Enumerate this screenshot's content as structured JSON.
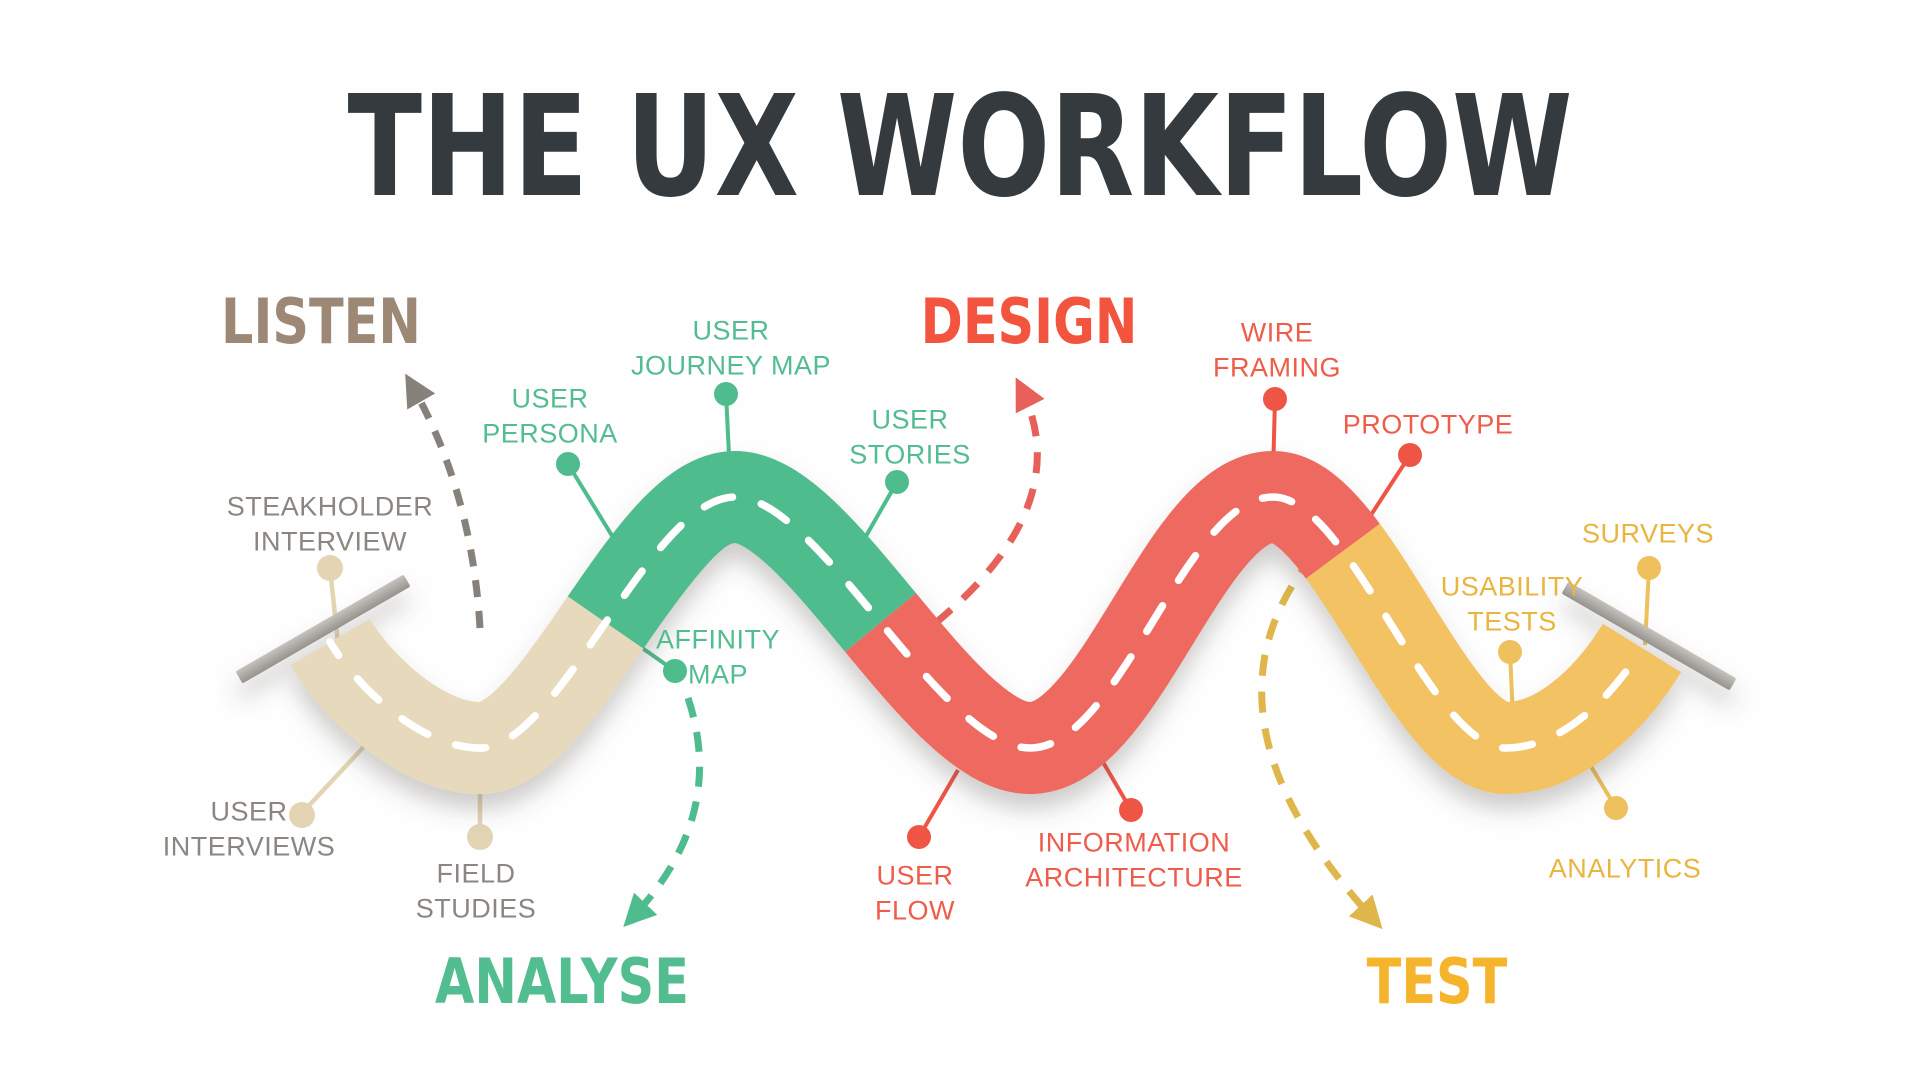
{
  "title": "THE UX WORKFLOW",
  "background_color": "#fefefe",
  "title_color": "#343a3e",
  "road": {
    "centerline_color": "#ffffff",
    "ramp_light": "#c6c3be",
    "ramp_dark": "#96928d",
    "shadow_color": "#57534c"
  },
  "phases": {
    "listen": {
      "label": "LISTEN",
      "label_color": "#9c8874",
      "road_color": "#e7d9bc",
      "arrow_color": "#87817b",
      "dot_color": "#e3d4b4",
      "step_color": "#8b8681"
    },
    "analyse": {
      "label": "ANALYSE",
      "label_color": "#52bd8f",
      "road_color": "#50bc8e",
      "arrow_color": "#4fbc8e",
      "dot_color": "#4fbc8e",
      "step_color": "#52bd8f"
    },
    "design": {
      "label": "DESIGN",
      "label_color": "#f2543d",
      "road_color": "#ee6a60",
      "arrow_color": "#e7615a",
      "dot_color": "#ee5545",
      "step_color": "#ef5c49"
    },
    "test": {
      "label": "TEST",
      "label_color": "#f5b42c",
      "road_color": "#f2c264",
      "arrow_color": "#dfb64b",
      "dot_color": "#eec05e",
      "step_color": "#e9b53e"
    }
  },
  "steps": {
    "stakeholder_interview": {
      "label": "STEAKHOLDER\nINTERVIEW",
      "phase": "listen"
    },
    "user_interviews": {
      "label": "USER\nINTERVIEWS",
      "phase": "listen"
    },
    "field_studies": {
      "label": "FIELD\nSTUDIES",
      "phase": "listen"
    },
    "user_persona": {
      "label": "USER\nPERSONA",
      "phase": "analyse"
    },
    "user_journey_map": {
      "label": "USER\nJOURNEY MAP",
      "phase": "analyse"
    },
    "user_stories": {
      "label": "USER\nSTORIES",
      "phase": "analyse"
    },
    "affinity_map": {
      "label": "AFFINITY\nMAP",
      "phase": "analyse"
    },
    "user_flow": {
      "label": "USER\nFLOW",
      "phase": "design"
    },
    "information_architecture": {
      "label": "INFORMATION\nARCHITECTURE",
      "phase": "design"
    },
    "wire_framing": {
      "label": "WIRE\nFRAMING",
      "phase": "design"
    },
    "prototype": {
      "label": "PROTOTYPE",
      "phase": "design"
    },
    "usability_tests": {
      "label": "USABILITY\nTESTS",
      "phase": "test"
    },
    "surveys": {
      "label": "SURVEYS",
      "phase": "test"
    },
    "analytics": {
      "label": "ANALYTICS",
      "phase": "test"
    }
  }
}
